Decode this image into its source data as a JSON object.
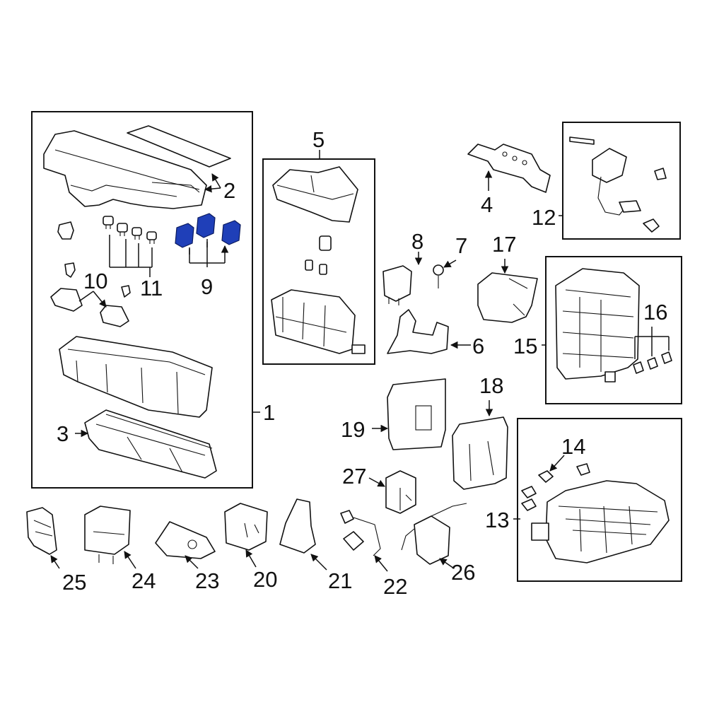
{
  "callouts": {
    "c1": "1",
    "c2": "2",
    "c3": "3",
    "c4": "4",
    "c5": "5",
    "c6": "6",
    "c7": "7",
    "c8": "8",
    "c9": "9",
    "c10": "10",
    "c11": "11",
    "c12": "12",
    "c13": "13",
    "c14": "14",
    "c15": "15",
    "c16": "16",
    "c17": "17",
    "c18": "18",
    "c19": "19",
    "c20": "20",
    "c21": "21",
    "c22": "22",
    "c23": "23",
    "c24": "24",
    "c25": "25",
    "c26": "26",
    "c27": "27"
  },
  "colors": {
    "highlight": "#1f3fb8",
    "line": "#111111",
    "background": "#ffffff"
  }
}
